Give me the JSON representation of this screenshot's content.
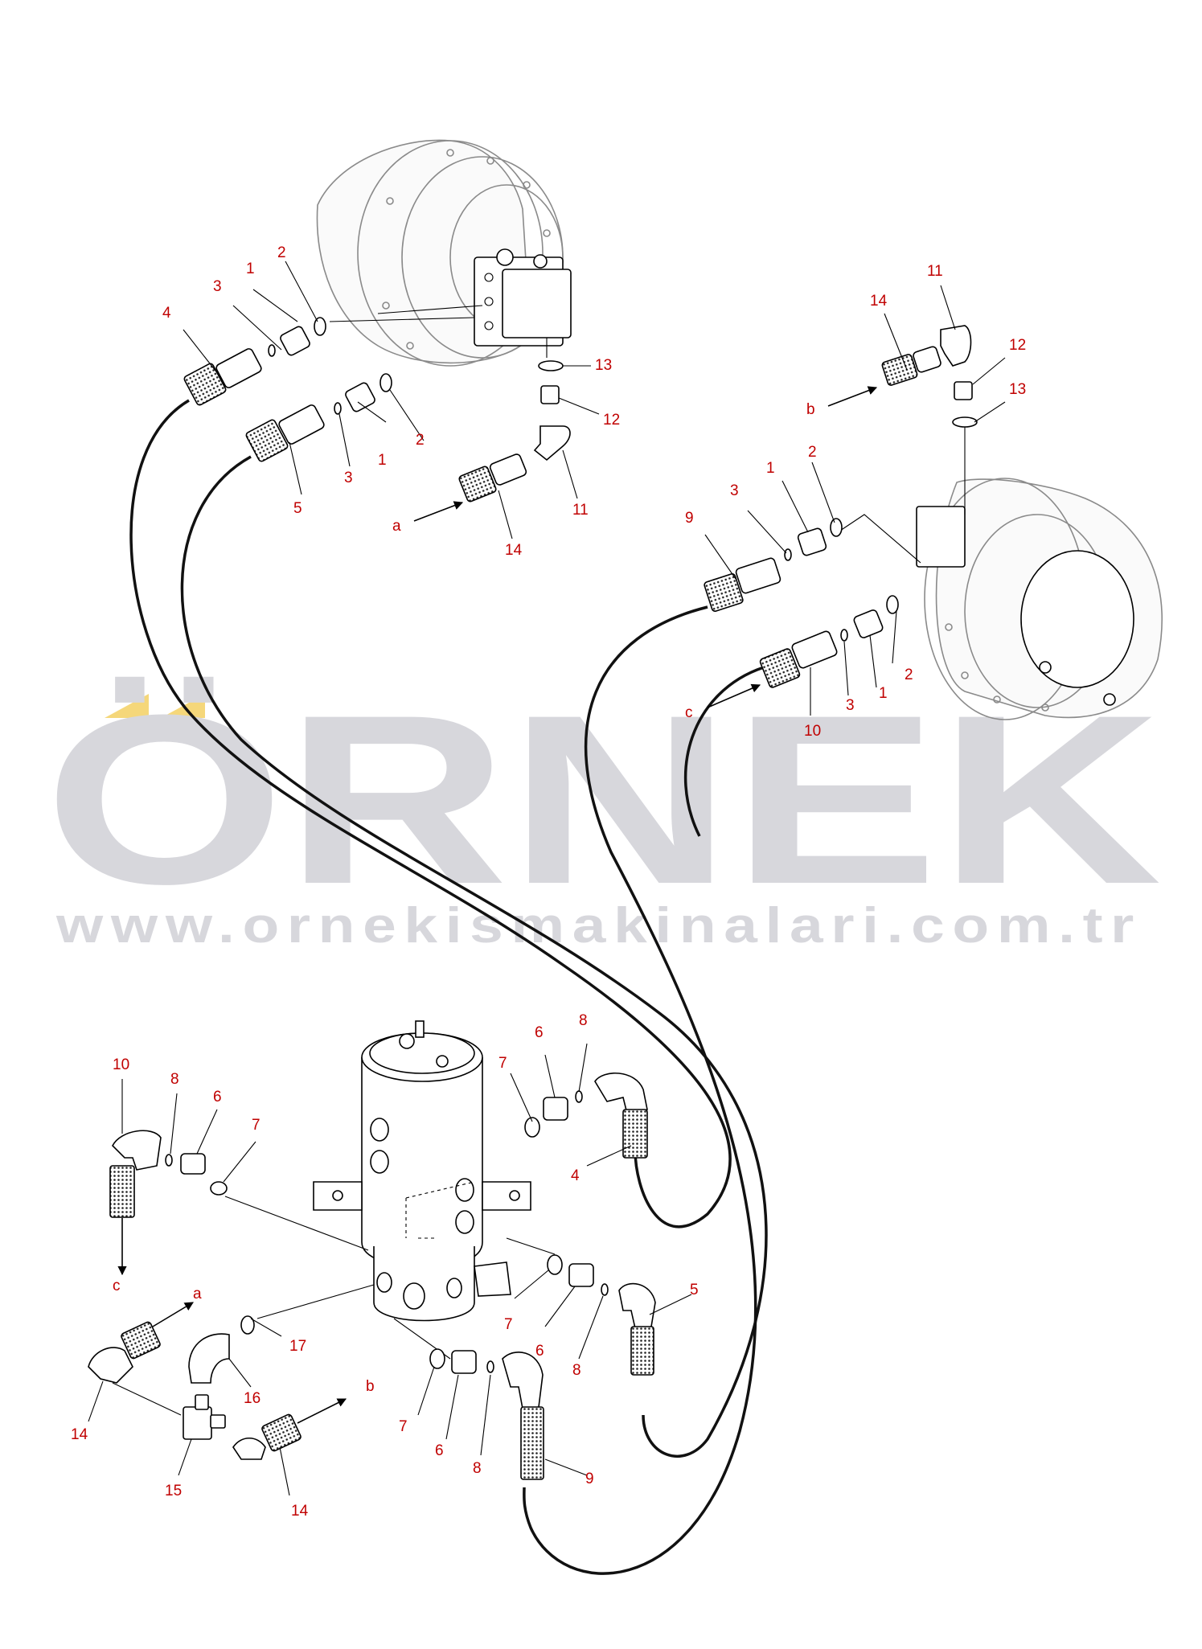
{
  "watermark": {
    "brand": "ÖRNEK",
    "url": "www.ornekismakinalari.com.tr",
    "accent_color": "#f5d77a",
    "text_color": "#d7d7dc"
  },
  "callout_color": "#c00000",
  "callouts": {
    "tl_1": "1",
    "tl_2": "2",
    "tl_3": "3",
    "tl_4": "4",
    "tl_1b": "1",
    "tl_2b": "2",
    "tl_3b": "3",
    "tl_5": "5",
    "tl_13": "13",
    "tl_12": "12",
    "tl_11": "11",
    "tl_14": "14",
    "tl_a": "a",
    "tr_11": "11",
    "tr_12": "12",
    "tr_13": "13",
    "tr_14": "14",
    "tr_b": "b",
    "tr_1": "1",
    "tr_2": "2",
    "tr_3": "3",
    "tr_9": "9",
    "tr_1b": "1",
    "tr_2b": "2",
    "tr_3b": "3",
    "tr_10": "10",
    "tr_c": "c",
    "bl_10": "10",
    "bl_8": "8",
    "bl_6": "6",
    "bl_7": "7",
    "bl_c": "c",
    "bl_a": "a",
    "bl_14": "14",
    "bl_16": "16",
    "bl_17": "17",
    "bl_15": "15",
    "bl_14b": "14",
    "bl_b": "b",
    "bc_7": "7",
    "bc_6": "6",
    "bc_8": "8",
    "bc_4": "4",
    "bc_7b": "7",
    "bc_6b": "6",
    "bc_8b": "8",
    "bc_5": "5",
    "bc_7c": "7",
    "bc_6c": "6",
    "bc_8c": "8",
    "bc_9": "9"
  }
}
